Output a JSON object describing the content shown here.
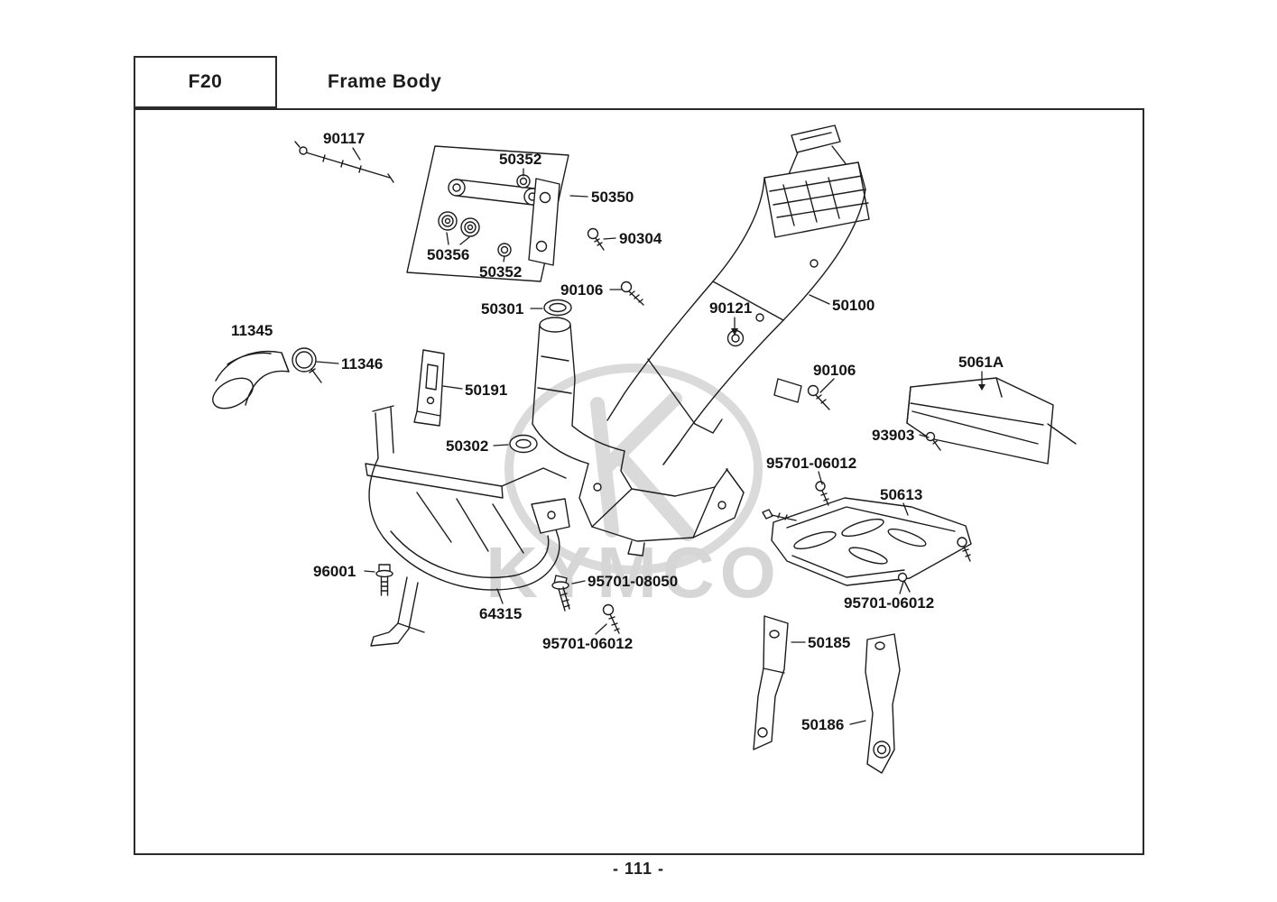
{
  "page": {
    "code": "F20",
    "title": "Frame Body",
    "page_number": "- 111 -",
    "watermark": "KYMCO"
  },
  "colors": {
    "ink": "#1c1c1c",
    "watermark": "#d8d8d8"
  },
  "labels": [
    "90117",
    "50352",
    "50350",
    "90304",
    "50356",
    "50352",
    "90106",
    "50301",
    "90121",
    "50100",
    "11345",
    "11346",
    "50191",
    "90106",
    "5061A",
    "93903",
    "50302",
    "95701-06012",
    "50613",
    "96001",
    "95701-08050",
    "64315",
    "95701-06012",
    "95701-06012",
    "50185",
    "50186"
  ]
}
